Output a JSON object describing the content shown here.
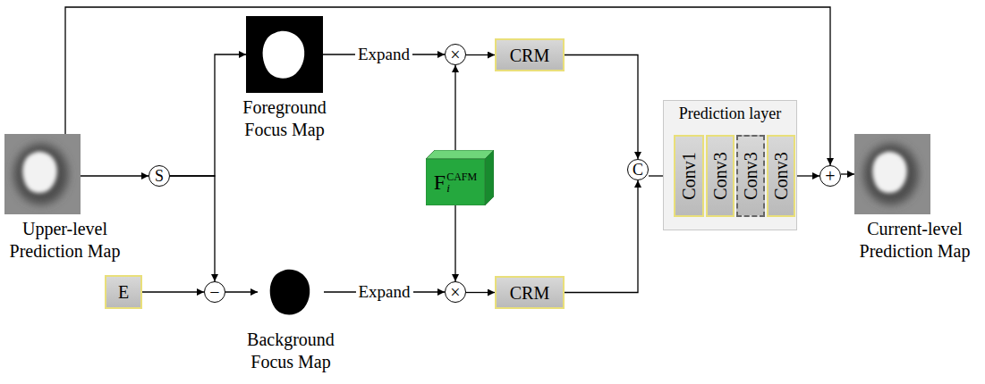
{
  "diagram": {
    "nodes": [
      {
        "text": [
          "Upper-level Prediction Map"
        ]
      },
      {
        "text": [
          "S"
        ]
      },
      {
        "text": [
          "Foreground Focus Map"
        ]
      },
      {
        "text": [
          "E"
        ]
      },
      {
        "text": [
          "−"
        ]
      },
      {
        "text": [
          "Background Focus Map"
        ]
      },
      {
        "text": [
          "×"
        ]
      },
      {
        "text": [
          "×"
        ]
      },
      {
        "text": [
          "F",
          "i",
          "CAFM"
        ]
      },
      {
        "text": [
          "CRM"
        ]
      },
      {
        "text": [
          "CRM"
        ]
      },
      {
        "text": [
          "C"
        ]
      },
      {
        "text": [
          "Prediction layer"
        ]
      },
      {
        "text": [
          "Conv1"
        ],
        "in": 12
      },
      {
        "text": [
          "Conv3"
        ],
        "in": 12
      },
      {
        "text": [
          "Conv3"
        ],
        "in": 12
      },
      {
        "text": [
          "Conv3"
        ],
        "in": 12
      },
      {
        "text": [
          "+"
        ]
      },
      {
        "text": [
          "Current-level Prediction Map"
        ]
      }
    ],
    "edges": [
      {
        "from": 0,
        "to": 1,
        "arrow": "to"
      },
      {
        "from": 1,
        "to": 2,
        "arrow": "to"
      },
      {
        "from": 1,
        "to": 4,
        "arrow": "to"
      },
      {
        "from": 3,
        "to": 4,
        "arrow": "to"
      },
      {
        "from": 4,
        "to": 5,
        "arrow": "to"
      },
      {
        "from": 2,
        "to": 6,
        "label": "Expand",
        "arrow": "to"
      },
      {
        "from": 5,
        "to": 7,
        "label": "Expand",
        "arrow": "to"
      },
      {
        "from": 8,
        "to": 6,
        "arrow": "to"
      },
      {
        "from": 8,
        "to": 7,
        "arrow": "to"
      },
      {
        "from": 6,
        "to": 9,
        "arrow": "to"
      },
      {
        "from": 7,
        "to": 10,
        "arrow": "to"
      },
      {
        "from": 9,
        "to": 11,
        "arrow": "to"
      },
      {
        "from": 10,
        "to": 11,
        "arrow": "to"
      },
      {
        "from": 11,
        "to": 13,
        "arrow": "to"
      },
      {
        "from": 12,
        "to": 17,
        "arrow": "to"
      },
      {
        "from": 0,
        "to": 17,
        "arrow": "to"
      },
      {
        "from": 17,
        "to": 18,
        "arrow": "to"
      }
    ]
  }
}
